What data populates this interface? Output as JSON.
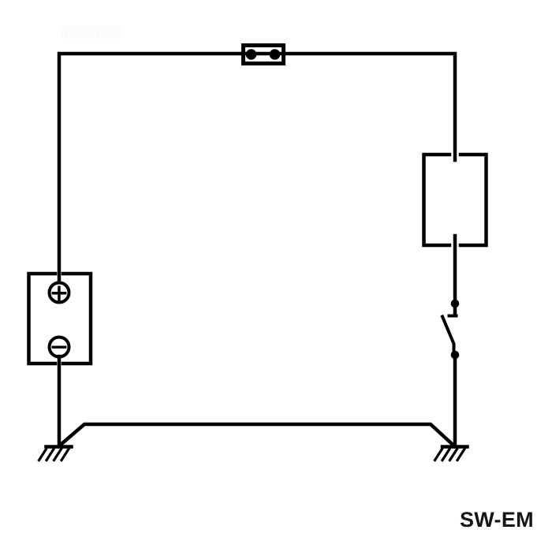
{
  "page": {
    "background_color": "#ffffff",
    "line_color": "#000000",
    "text_color": "#151515"
  },
  "diagram": {
    "watermark": "SW-EM",
    "battery": {
      "plus_symbol": "+",
      "minus_symbol": "−"
    },
    "icons": {
      "fuse-icon": "rectangle with two filled terminal dots",
      "battery-icon": "box with circled + and − terminals",
      "load-box-icon": "empty rectangle component",
      "switch-open-icon": "open switch blade between two contact dots",
      "ground-icon": "horizontal bar with diagonal hatching"
    }
  }
}
